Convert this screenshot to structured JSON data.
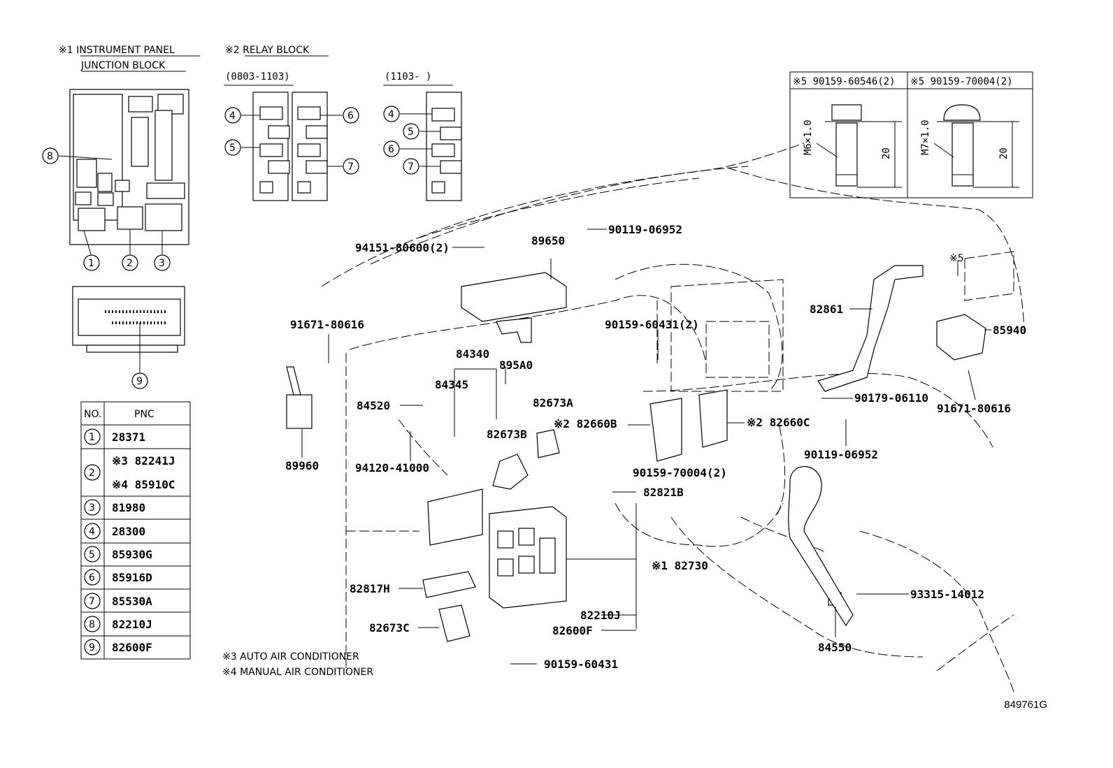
{
  "notes": {
    "n1": "※1 INSTRUMENT PANEL",
    "n1b": "JUNCTION BLOCK",
    "n2": "※2 RELAY BLOCK",
    "range_a": "(0803-1103)",
    "range_b": "(1103-      )",
    "n3": "※3 AUTO AIR CONDITIONER",
    "n4": "※4 MANUAL AIR CONDITIONER"
  },
  "fastener_box": {
    "left_title": "※5 90159-60546(2)",
    "left_size": "M6×1.0",
    "left_len": "20",
    "right_title": "※5 90159-70004(2)",
    "right_size": "M7×1.0",
    "right_len": "20"
  },
  "circles": [
    "1",
    "2",
    "3",
    "4",
    "5",
    "6",
    "7",
    "8",
    "9"
  ],
  "table": {
    "col_no": "NO.",
    "col_pnc": "PNC",
    "rows": [
      {
        "no": "1",
        "pnc": "28371"
      },
      {
        "no": "2",
        "pnc": "※3 82241J",
        "pnc2": "※4 85910C"
      },
      {
        "no": "3",
        "pnc": "81980"
      },
      {
        "no": "4",
        "pnc": "28300"
      },
      {
        "no": "5",
        "pnc": "85930G"
      },
      {
        "no": "6",
        "pnc": "85916D"
      },
      {
        "no": "7",
        "pnc": "85530A"
      },
      {
        "no": "8",
        "pnc": "82210J"
      },
      {
        "no": "9",
        "pnc": "82600F"
      }
    ]
  },
  "callouts": {
    "c94151": "94151-80600(2)",
    "c89650": "89650",
    "c90119a": "90119-06952",
    "c91671a": "91671-80616",
    "c84340": "84340",
    "c895A0": "895A0",
    "c84345": "84345",
    "c84520": "84520",
    "c82673A": "82673A",
    "c82673B": "82673B",
    "c82660B": "※2 82660B",
    "c82660C": "※2 82660C",
    "c90159a": "90159-60431(2)",
    "c89960": "89960",
    "c94120": "94120-41000",
    "c90159b": "90159-70004(2)",
    "c82821B": "82821B",
    "c82730": "※1 82730",
    "c82817H": "82817H",
    "c82673C": "82673C",
    "c82210J": "82210J",
    "c82600F": "82600F",
    "c90159c": "90159-60431",
    "c82861": "82861",
    "c85940": "85940",
    "c5": "※5",
    "c90179": "90179-06110",
    "c91671b": "91671-80616",
    "c90119b": "90119-06952",
    "c93315": "93315-14012",
    "c84550": "84550"
  },
  "drawing_code": "849761G"
}
